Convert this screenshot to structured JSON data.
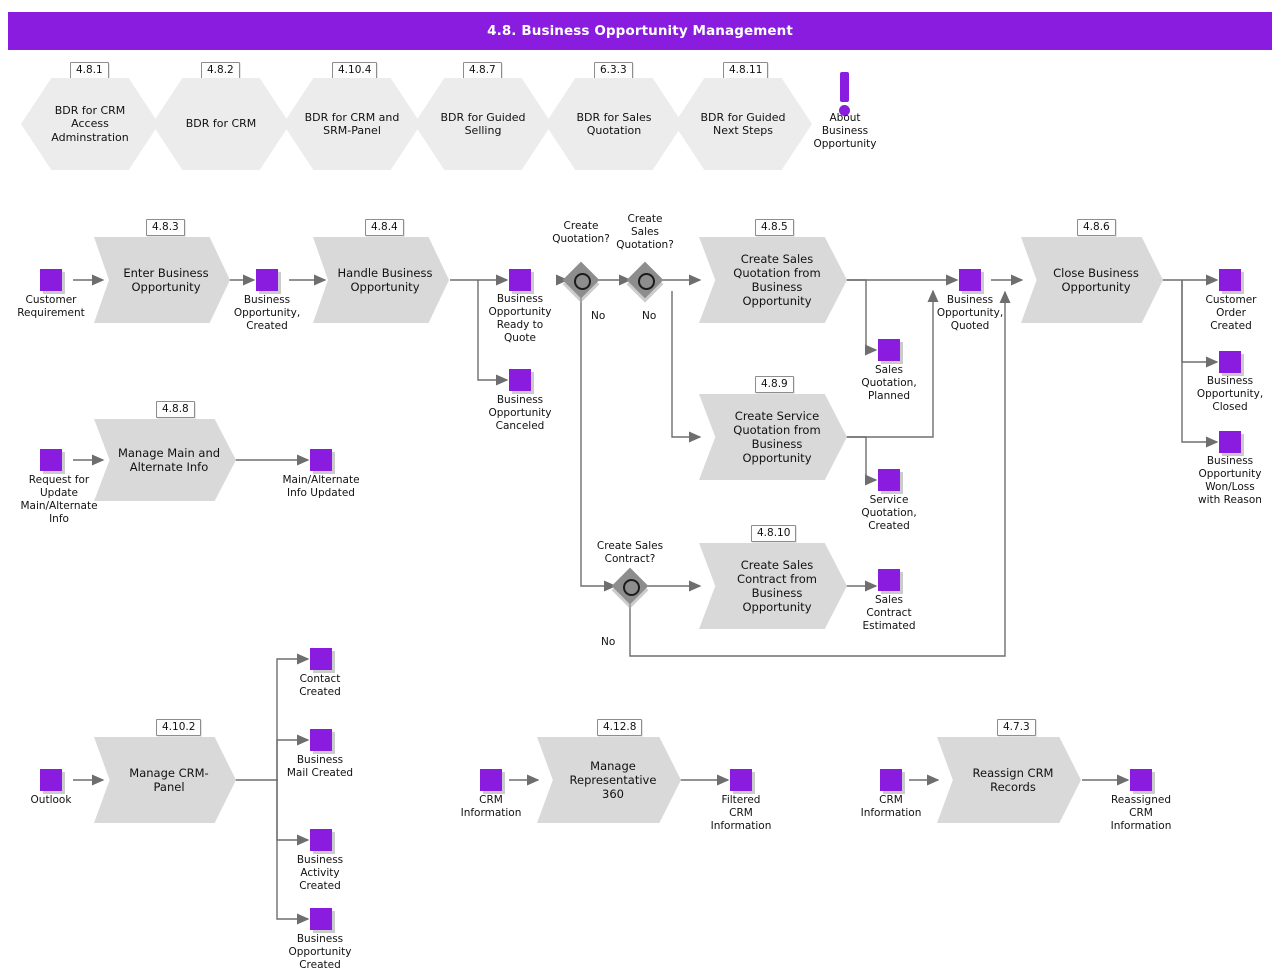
{
  "diagram": {
    "title": "4.8. Business Opportunity Management",
    "accent_color": "#8A1CE0",
    "process_fill": "#D9D9D9",
    "hexagon_fill": "#ECECEC",
    "decision_fill": "#8D8D8D",
    "connector_color": "#6E6E6E"
  },
  "bdr_row": [
    {
      "tag": "4.8.1",
      "label": "BDR for CRM\nAccess\nAdminstration"
    },
    {
      "tag": "4.8.2",
      "label": "BDR for CRM"
    },
    {
      "tag": "4.10.4",
      "label": "BDR for CRM and\nSRM-Panel"
    },
    {
      "tag": "4.8.7",
      "label": "BDR for Guided\nSelling"
    },
    {
      "tag": "6.3.3",
      "label": "BDR for Sales\nQuotation"
    },
    {
      "tag": "4.8.11",
      "label": "BDR for Guided\nNext Steps"
    }
  ],
  "info_marker": {
    "icon": "exclamation-icon",
    "label": "About\nBusiness\nOpportunity"
  },
  "processes": [
    {
      "id": "p483",
      "tag": "4.8.3",
      "label": "Enter Business\nOpportunity"
    },
    {
      "id": "p484",
      "tag": "4.8.4",
      "label": "Handle Business\nOpportunity"
    },
    {
      "id": "p485",
      "tag": "4.8.5",
      "label": "Create Sales\nQuotation from\nBusiness\nOpportunity"
    },
    {
      "id": "p489",
      "tag": "4.8.9",
      "label": "Create Service\nQuotation from\nBusiness\nOpportunity"
    },
    {
      "id": "p4810",
      "tag": "4.8.10",
      "label": "Create Sales\nContract from\nBusiness\nOpportunity"
    },
    {
      "id": "p486",
      "tag": "4.8.6",
      "label": "Close Business\nOpportunity"
    },
    {
      "id": "p488",
      "tag": "4.8.8",
      "label": "Manage Main and\nAlternate Info"
    },
    {
      "id": "p4102",
      "tag": "4.10.2",
      "label": "Manage CRM-\nPanel"
    },
    {
      "id": "p4128",
      "tag": "4.12.8",
      "label": "Manage\nRepresentative\n360"
    },
    {
      "id": "p473",
      "tag": "4.7.3",
      "label": "Reassign CRM\nRecords"
    }
  ],
  "events": [
    {
      "id": "e_cust_req",
      "label": "Customer\nRequirement"
    },
    {
      "id": "e_bo_created",
      "label": "Business\nOpportunity,\nCreated"
    },
    {
      "id": "e_bo_ready",
      "label": "Business\nOpportunity\nReady to\nQuote"
    },
    {
      "id": "e_bo_canceled",
      "label": "Business\nOpportunity\nCanceled"
    },
    {
      "id": "e_sq_planned",
      "label": "Sales\nQuotation,\nPlanned"
    },
    {
      "id": "e_svcq_created",
      "label": "Service\nQuotation,\nCreated"
    },
    {
      "id": "e_sc_est",
      "label": "Sales\nContract\nEstimated"
    },
    {
      "id": "e_bo_quoted",
      "label": "Business\nOpportunity,\nQuoted"
    },
    {
      "id": "e_cust_order",
      "label": "Customer\nOrder\nCreated"
    },
    {
      "id": "e_bo_closed",
      "label": "Business\nOpportunity,\nClosed"
    },
    {
      "id": "e_bo_wonloss",
      "label": "Business\nOpportunity\nWon/Loss\nwith Reason"
    },
    {
      "id": "e_req_update",
      "label": "Request for\nUpdate\nMain/Alternate\nInfo"
    },
    {
      "id": "e_info_updated",
      "label": "Main/Alternate\nInfo Updated"
    },
    {
      "id": "e_outlook",
      "label": "Outlook"
    },
    {
      "id": "e_contact",
      "label": "Contact\nCreated"
    },
    {
      "id": "e_bmail",
      "label": "Business\nMail Created"
    },
    {
      "id": "e_bactivity",
      "label": "Business\nActivity\nCreated"
    },
    {
      "id": "e_bopp",
      "label": "Business\nOpportunity\nCreated"
    },
    {
      "id": "e_crm_info_1",
      "label": "CRM\nInformation"
    },
    {
      "id": "e_filtered",
      "label": "Filtered\nCRM\nInformation"
    },
    {
      "id": "e_crm_info_2",
      "label": "CRM\nInformation"
    },
    {
      "id": "e_reassigned",
      "label": "Reassigned\nCRM\nInformation"
    }
  ],
  "decisions": [
    {
      "id": "d_quot",
      "label": "Create\nQuotation?",
      "no_label": "No"
    },
    {
      "id": "d_squot",
      "label": "Create\nSales\nQuotation?",
      "no_label": "No"
    },
    {
      "id": "d_sc",
      "label": "Create Sales\nContract?",
      "no_label": "No"
    }
  ]
}
